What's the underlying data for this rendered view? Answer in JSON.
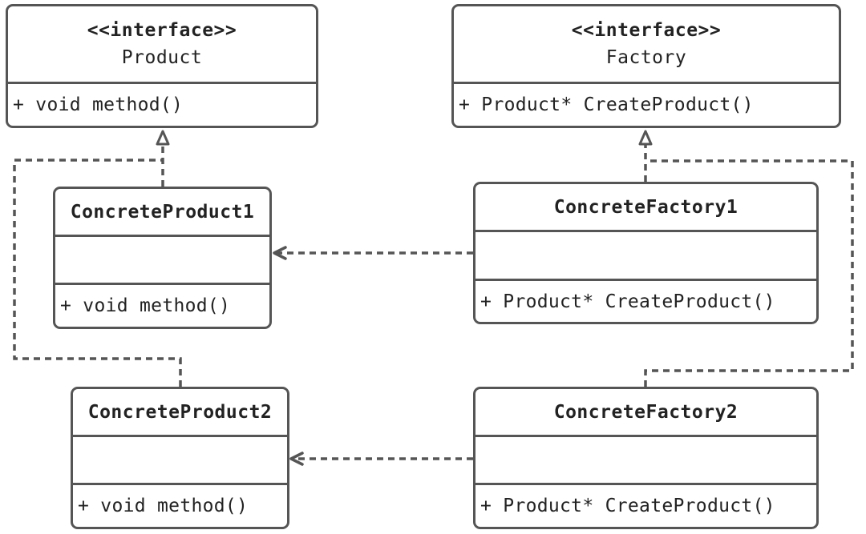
{
  "interfaces": {
    "product": {
      "stereotype": "<<interface>>",
      "name": "Product",
      "method": "+ void method()"
    },
    "factory": {
      "stereotype": "<<interface>>",
      "name": "Factory",
      "method": "+ Product* CreateProduct()"
    }
  },
  "classes": {
    "concrete_product1": {
      "name": "ConcreteProduct1",
      "method": "+ void method()"
    },
    "concrete_product2": {
      "name": "ConcreteProduct2",
      "method": "+ void method()"
    },
    "concrete_factory1": {
      "name": "ConcreteFactory1",
      "method": "+ Product* CreateProduct()"
    },
    "concrete_factory2": {
      "name": "ConcreteFactory2",
      "method": "+ Product* CreateProduct()"
    }
  },
  "colors": {
    "stroke": "#555555",
    "text": "#222222",
    "background": "#ffffff"
  }
}
